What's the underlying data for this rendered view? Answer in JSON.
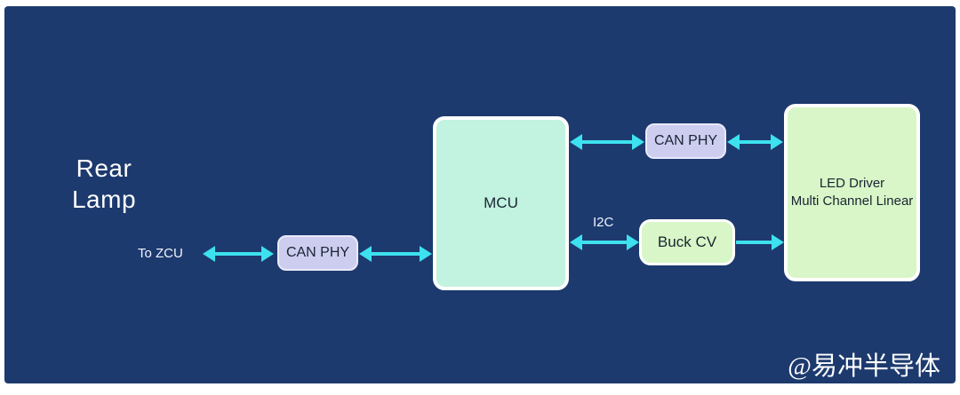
{
  "colors": {
    "background": "#1d3a6e",
    "arrow": "#3de1ef",
    "lavender_fill": "#cccdef",
    "mint_fill": "#c2f2e0",
    "green_fill": "#d8f6c7"
  },
  "title": {
    "line1": "Rear",
    "line2": "Lamp"
  },
  "annotations": {
    "to_zcu": "To ZCU",
    "i2c": "I2C"
  },
  "nodes": {
    "can_phy_left": {
      "label": "CAN PHY"
    },
    "mcu": {
      "label": "MCU"
    },
    "can_phy_right": {
      "label": "CAN PHY"
    },
    "buck_cv": {
      "label": "Buck CV"
    },
    "led_driver": {
      "label_line1": "LED Driver",
      "label_line2": "Multi Channel Linear"
    }
  },
  "connections": [
    {
      "from": "To ZCU",
      "to": "CAN PHY (left)",
      "direction": "bidirectional"
    },
    {
      "from": "CAN PHY (left)",
      "to": "MCU",
      "direction": "bidirectional"
    },
    {
      "from": "MCU",
      "to": "CAN PHY (right)",
      "direction": "bidirectional"
    },
    {
      "from": "CAN PHY (right)",
      "to": "LED Driver",
      "direction": "bidirectional"
    },
    {
      "from": "MCU",
      "to": "Buck CV",
      "direction": "bidirectional",
      "label": "I2C"
    },
    {
      "from": "Buck CV",
      "to": "LED Driver",
      "direction": "unidirectional"
    }
  ],
  "watermark": "@易冲半导体"
}
